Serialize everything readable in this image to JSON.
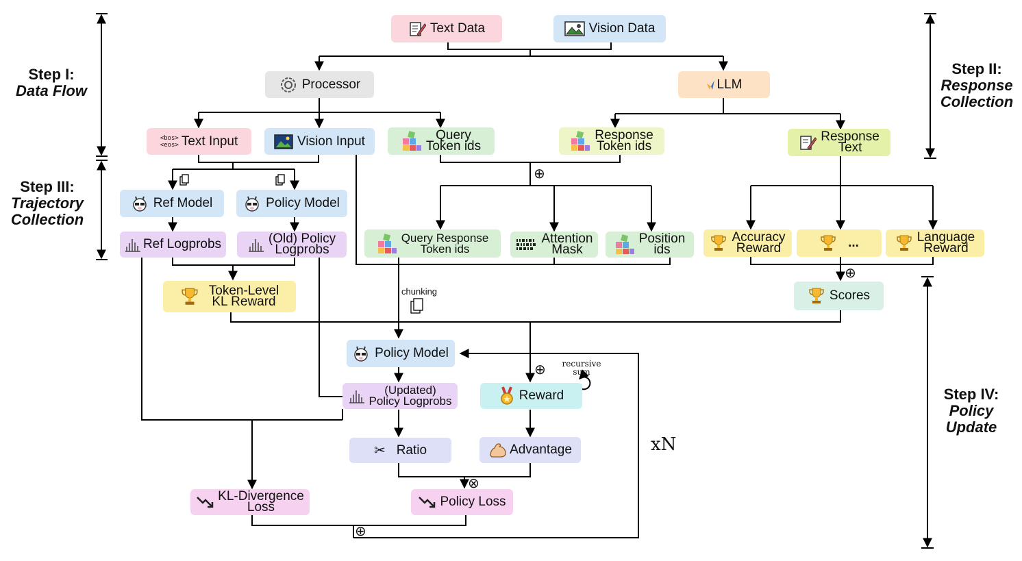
{
  "steps": {
    "s1": {
      "title": "Step I:",
      "sub": "Data Flow"
    },
    "s2": {
      "title": "Step II:",
      "sub1": "Response",
      "sub2": "Collection"
    },
    "s3": {
      "title": "Step III:",
      "sub1": "Trajectory",
      "sub2": "Collection"
    },
    "s4": {
      "title": "Step IV:",
      "sub1": "Policy",
      "sub2": "Update"
    }
  },
  "nodes": {
    "text_data": "Text Data",
    "vision_data": "Vision Data",
    "processor": "Processor",
    "vllm": "LLM",
    "text_input": "Text Input",
    "bos": "<bos>",
    "eos": "<eos>",
    "vision_input": "Vision Input",
    "query_token_ids": [
      "Query",
      "Token ids"
    ],
    "response_token_ids": [
      "Response",
      "Token ids"
    ],
    "response_text": [
      "Response",
      "Text"
    ],
    "ref_model": "Ref Model",
    "policy_model_top": "Policy Model",
    "ref_logprobs": "Ref Logprobs",
    "old_policy_logprobs": [
      "(Old) Policy",
      "Logprobs"
    ],
    "query_response_token_ids": [
      "Query Response",
      "Token ids"
    ],
    "attention_mask": [
      "Attention",
      "Mask"
    ],
    "position_ids": [
      "Position",
      "ids"
    ],
    "accuracy_reward": [
      "Accuracy",
      "Reward"
    ],
    "ellipsis": "...",
    "language_reward": [
      "Language",
      "Reward"
    ],
    "token_level_kl_reward": [
      "Token-Level",
      "KL Reward"
    ],
    "scores": "Scores",
    "policy_model_bottom": "Policy Model",
    "updated_policy_logprobs": [
      "(Updated)",
      "Policy Logprobs"
    ],
    "reward": "Reward",
    "ratio": "Ratio",
    "advantage": "Advantage",
    "kl_divergence_loss": [
      "KL-Divergence",
      "Loss"
    ],
    "policy_loss": "Policy Loss"
  },
  "annotations": {
    "chunking": "chunking",
    "recursive_sum": [
      "recursive",
      "sum"
    ],
    "repeat": "xN",
    "oplus": "⊕",
    "otimes": "⊗"
  },
  "icons": {
    "text_data": "document-pencil-icon",
    "vision_data": "image-icon",
    "processor": "gear-icon",
    "vllm": "vllm-logo-icon",
    "tokens": "letter-blocks-icon",
    "vision_input": "picture-icon",
    "model": "llama-icon",
    "logprobs": "histogram-icon",
    "trophy": "trophy-icon",
    "medal": "medal-icon",
    "scissors": "scissors-icon",
    "bicep": "flexed-bicep-icon",
    "loss": "trend-down-icon",
    "copy": "copy-icon",
    "refresh": "recursive-arrow-icon"
  },
  "colors": {
    "pink": "#fbd6dd",
    "blue": "#d2e6f8",
    "grey": "#e6e6e6",
    "orange": "#fde2c5",
    "green": "#d7efd4",
    "lime": "#eef6c7",
    "yellow": "#fbefa8",
    "purple": "#ead4f6",
    "mint": "#d8f0e5",
    "cyan": "#c9f1f1",
    "lavender": "#dde0f6",
    "magenta": "#f7d2f0"
  }
}
